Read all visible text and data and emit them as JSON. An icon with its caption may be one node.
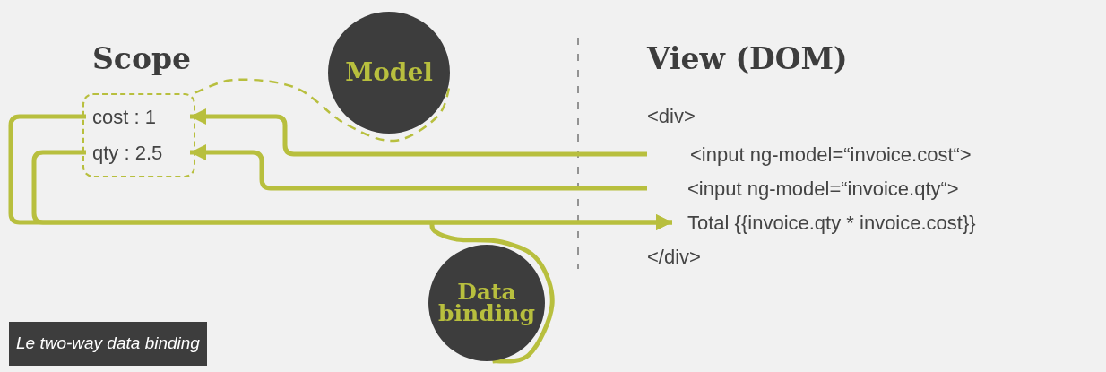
{
  "diagram": {
    "caption": "Le two-way data binding",
    "nodes": [
      {
        "text": [
          "Scope"
        ]
      },
      {
        "text": [
          "cost : 1"
        ],
        "in": 0
      },
      {
        "text": [
          "qty : 2.5"
        ],
        "in": 0
      },
      {
        "text": [
          "Model"
        ]
      },
      {
        "text": [
          "<input ng-model=“invoice.cost“>"
        ]
      },
      {
        "text": [
          "<input ng-model=“invoice.qty“>"
        ]
      },
      {
        "text": [
          "Total {{invoice.qty * invoice.cost}}"
        ]
      },
      {
        "text": [
          "Data binding"
        ]
      }
    ],
    "edges": [
      {
        "from": 4,
        "to": 1,
        "arrow": "to"
      },
      {
        "from": 5,
        "to": 2,
        "arrow": "to"
      },
      {
        "from": 1,
        "to": 6,
        "arrow": "to"
      },
      {
        "from": 2,
        "to": 6,
        "arrow": "to"
      },
      {
        "from": 0,
        "to": 3,
        "arrow": "none",
        "style": "dashed"
      },
      {
        "from": 7,
        "to": null,
        "arrow": "none"
      }
    ],
    "labels": [
      "View (DOM)",
      "<div>",
      "</div>"
    ]
  }
}
